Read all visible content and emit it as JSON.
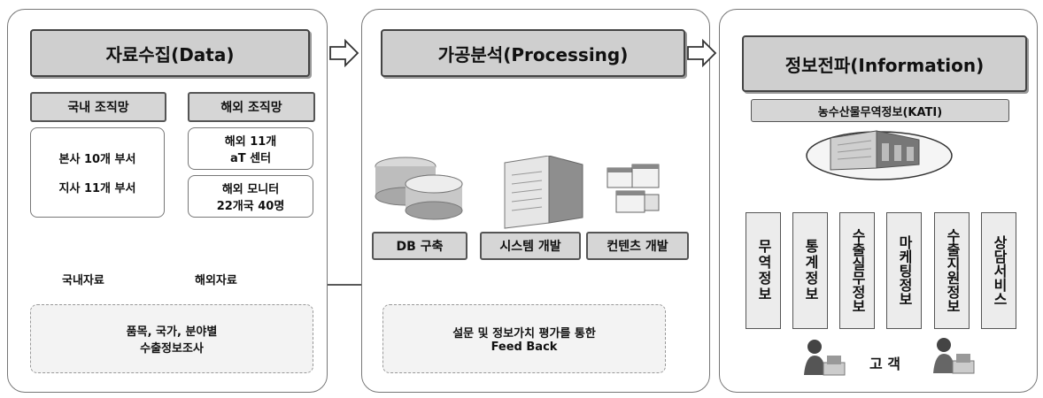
{
  "collection": {
    "title": "자료수집(Data)",
    "domestic_label": "국내 조직망",
    "overseas_label": "해외 조직망",
    "domestic_box": [
      "본사 10개 부서",
      "지사 11개 부서"
    ],
    "overseas_box1": [
      "해외 11개",
      "aT 센터"
    ],
    "overseas_box2": [
      "해외 모니터",
      "22개국 40명"
    ],
    "domestic_data": "국내자료",
    "overseas_data": "해외자료",
    "survey": [
      "품목, 국가, 분야별",
      "수출정보조사"
    ]
  },
  "processing": {
    "title": "가공분석(Processing)",
    "db": "DB 구축",
    "system": "시스템 개발",
    "contents": "컨텐츠 개발",
    "feedback": [
      "설문 및 정보가치 평가를 통한",
      "Feed Back"
    ]
  },
  "information": {
    "title": "정보전파(Information)",
    "kati": "농수산물무역정보(KATI)",
    "services": [
      "무역정보",
      "통계정보",
      "수출실무정보",
      "마케팅정보",
      "수출지원정보",
      "상담서비스"
    ],
    "customer": "고 객"
  }
}
